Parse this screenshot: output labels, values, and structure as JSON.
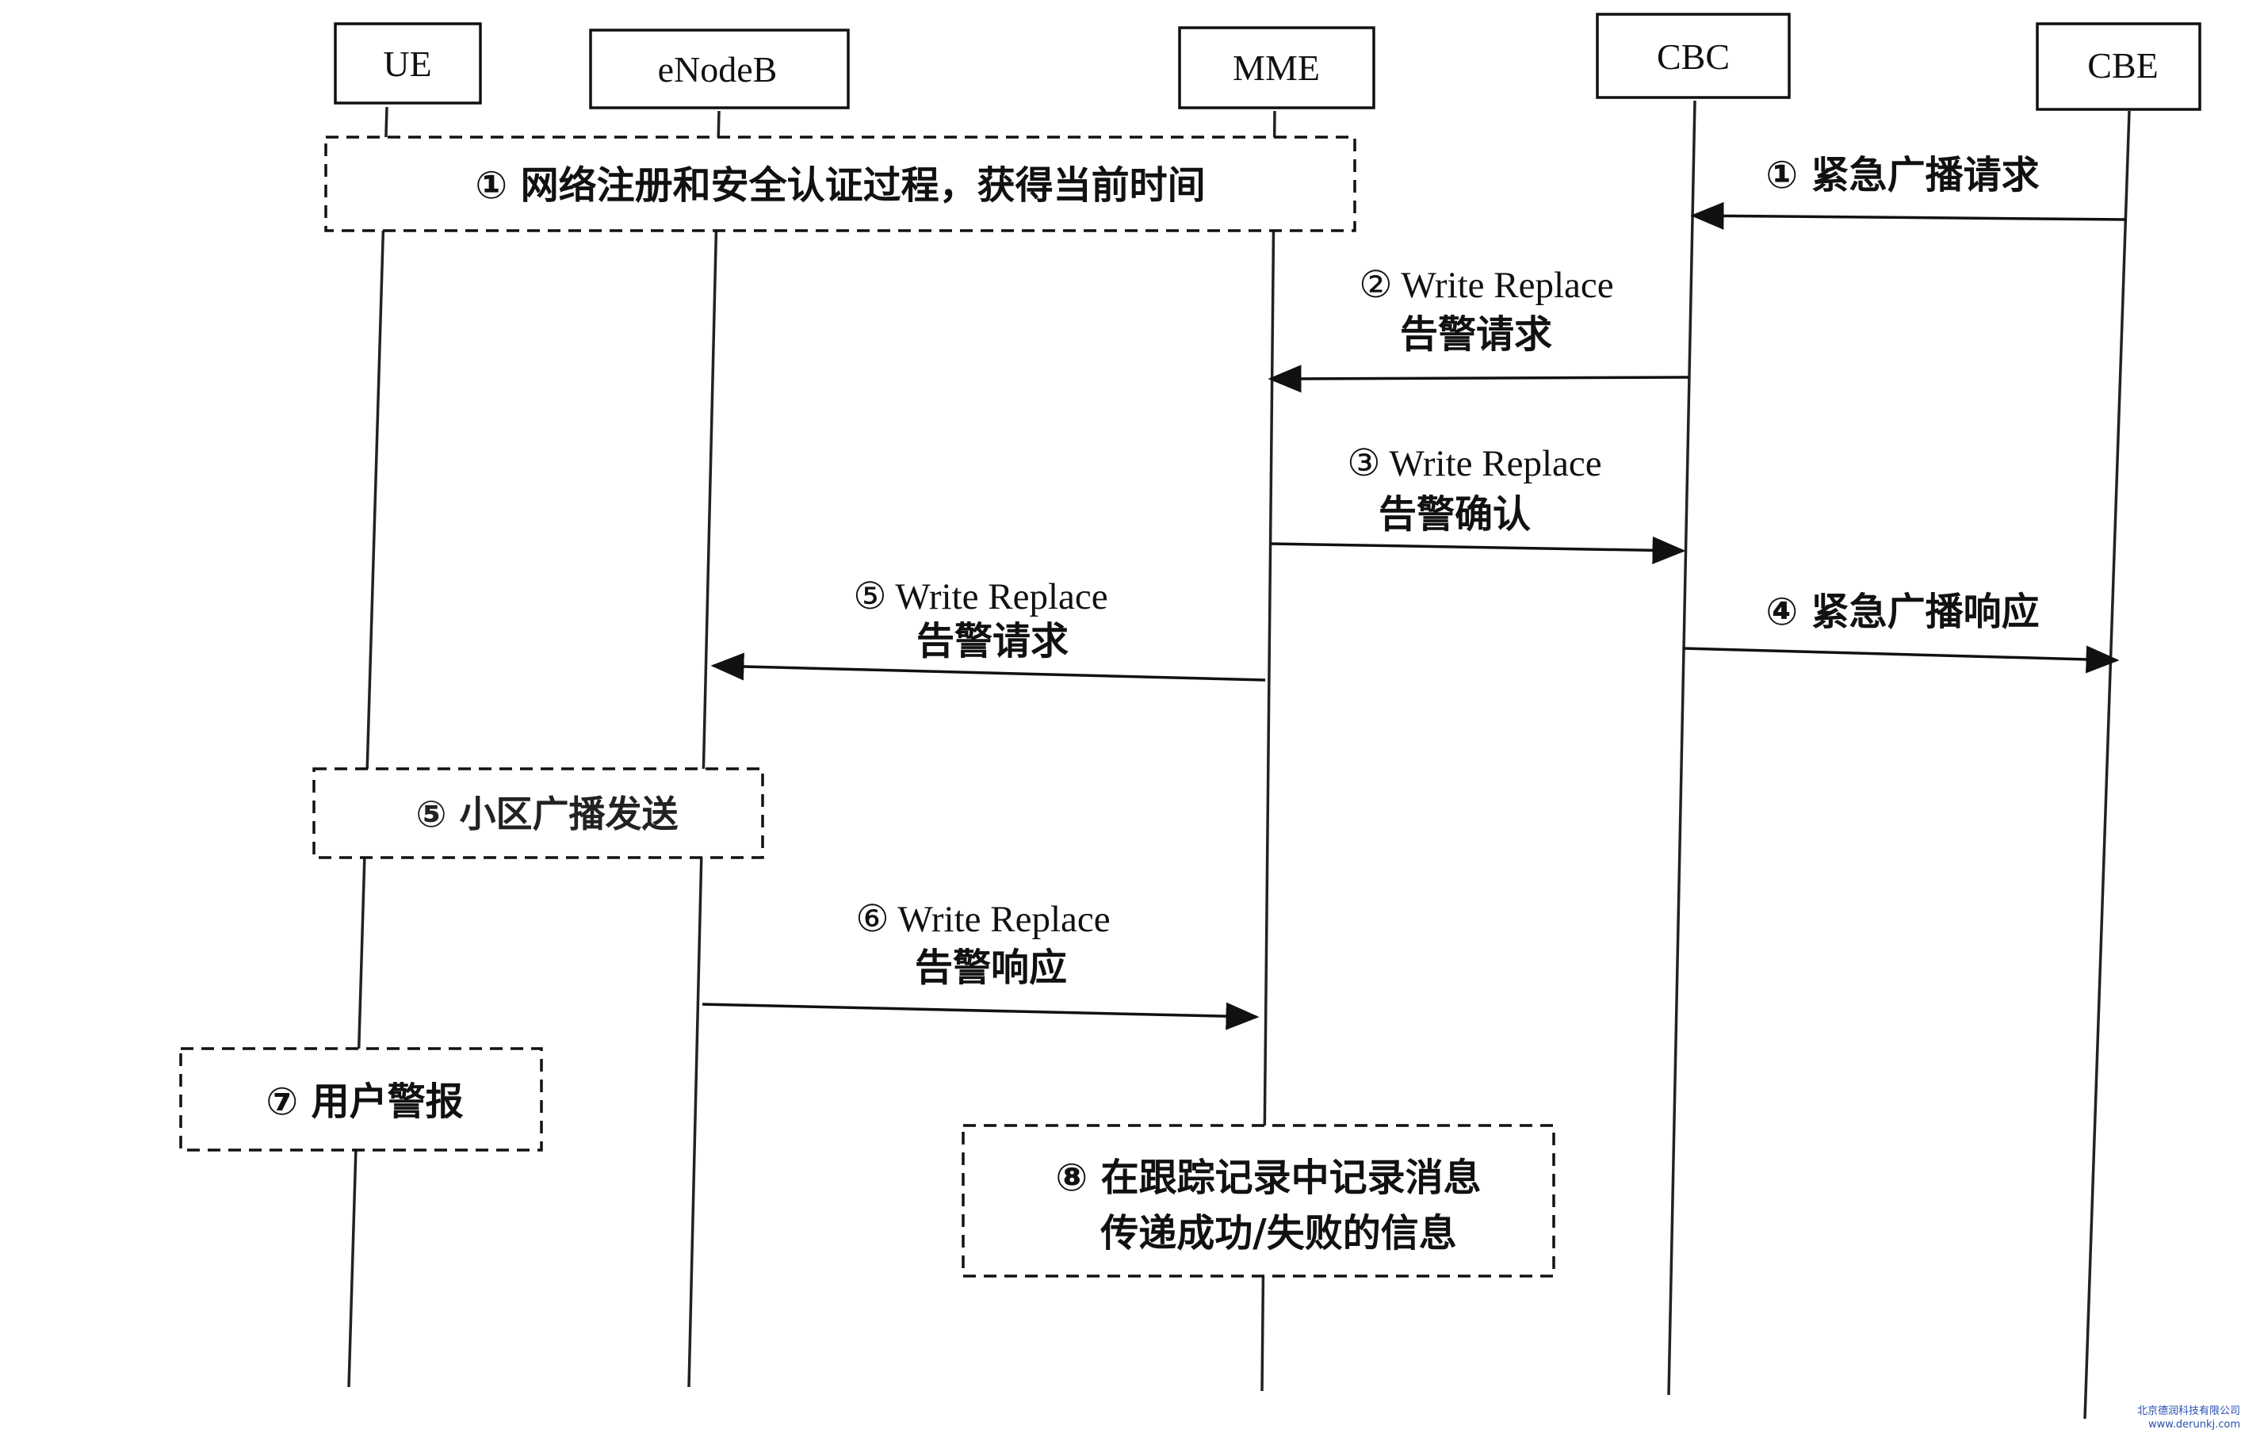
{
  "entities": [
    {
      "id": "ue",
      "label": "UE"
    },
    {
      "id": "enodeb",
      "label": "eNodeB"
    },
    {
      "id": "mme",
      "label": "MME"
    },
    {
      "id": "cbc",
      "label": "CBC"
    },
    {
      "id": "cbe",
      "label": "CBE"
    }
  ],
  "messages": [
    {
      "id": "m1",
      "label": "① 紧急广播请求"
    },
    {
      "id": "m2",
      "label_en": "② Write Replace",
      "label_cn": "告警请求"
    },
    {
      "id": "m3",
      "label_en": "③ Write Replace",
      "label_cn": "告警确认"
    },
    {
      "id": "m4",
      "label": "④ 紧急广播响应"
    },
    {
      "id": "m5",
      "label_en": "⑤ Write Replace",
      "label_cn": "告警请求"
    },
    {
      "id": "m6",
      "label_en": "⑥ Write Replace",
      "label_cn": "告警响应"
    }
  ],
  "processes": [
    {
      "id": "p0",
      "label": "① 网络注册和安全认证过程，获得当前时间"
    },
    {
      "id": "p5",
      "label": "⑤ 小区广播发送"
    },
    {
      "id": "p7",
      "label": "⑦ 用户警报"
    },
    {
      "id": "p8",
      "line1": "⑧ 在跟踪记录中记录消息",
      "line2": "传递成功/失败的信息"
    }
  ],
  "watermark": {
    "line1": "北京德润科技有限公司",
    "line2": "www.derunkj.com"
  },
  "colors": {
    "ink": "#111111",
    "background": "#ffffff",
    "watermark": "#2a4fb0"
  }
}
